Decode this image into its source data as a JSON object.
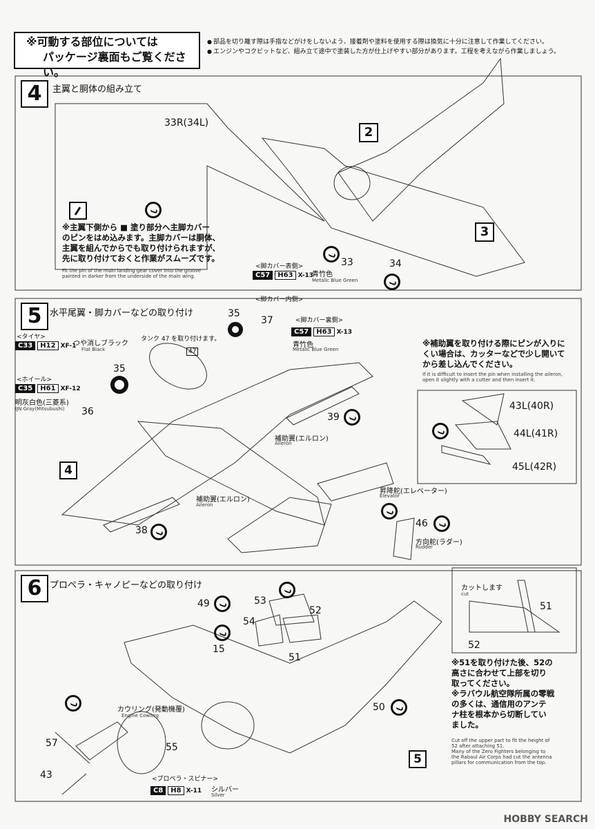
{
  "note": {
    "line1": "※可動する部位については",
    "line2": "パッケージ裏面もご覧ください。"
  },
  "bullets": [
    "部品を切り離す際は手指などがけをしないよう、接着剤や塗料を使用する際は換気に十分に注意して作業してください。",
    "エンジンやコクピットなど、組み立て途中で塗装した方が仕上げやすい部分があります。工程を考えながら作業しましょう。"
  ],
  "step4": {
    "num": "4",
    "title": "主翼と胴体の組み立て",
    "callout": "33R(34L)",
    "instruction": [
      "※主翼下側から ■ 塗り部分へ主脚カバー",
      "のピンをはめ込みます。主脚カバーは胴体、",
      "主翼を組んでからでも取り付けられますが、",
      "先に取り付けておくと作業がスムーズです。"
    ],
    "instruction_en": [
      "Fit the pin of the main landing gear cover into the groove",
      "painted in darker from the underside of the main wing."
    ],
    "sub2": "2",
    "sub3": "3",
    "p33": "33",
    "p34": "34",
    "paint_label": "<脚カバー表側>",
    "paint": {
      "c": "C57",
      "h": "H63",
      "x": "X-13",
      "jp": "青竹色",
      "en": "Metalic Blue Green"
    },
    "inner_label": "<脚カバー内側>"
  },
  "step5": {
    "num": "5",
    "title": "水平尾翼・脚カバーなどの取り付け",
    "tire_label": "<タイヤ>",
    "tire": {
      "c": "C33",
      "h": "H12",
      "x": "XF-1",
      "jp": "つや消しブラック",
      "en": "Flat Black"
    },
    "wheel_label": "<ホイール>",
    "wheel": {
      "c": "C35",
      "h": "H61",
      "x": "XF-12",
      "jp": "明灰白色(三菱系)",
      "en": "IJN Gray(Mitsubushi)"
    },
    "tank_note": "タンク 47 を取り付けます。",
    "p47": "47",
    "p35a": "35",
    "p37": "37",
    "p35b": "35",
    "p36": "36",
    "p39": "39",
    "p38": "38",
    "p46": "46",
    "sub4": "4",
    "outer_label": "<脚カバー裏側>",
    "outer": {
      "c": "C57",
      "h": "H63",
      "x": "X-13",
      "jp": "青竹色",
      "en": "Metalic Blue Green"
    },
    "aileron_jp": "補助翼(エルロン)",
    "aileron_en": "Aileron",
    "aileron2_jp": "補助翼(エルロン)",
    "aileron2_en": "Aileron",
    "elevator_jp": "昇降舵(エレベーター)",
    "elevator_en": "Elevator",
    "rudder_jp": "方向舵(ラダー)",
    "rudder_en": "Rudder",
    "tip_jp": [
      "※補助翼を取り付ける際にピンが入りに",
      "くい場合は、カッターなどで少し開いて",
      "から差し込んでください。"
    ],
    "tip_en": [
      "If it is difficult to insert the pin when installing the aileron,",
      "open it slightly with a cutter and then insert it."
    ],
    "p43": "43L(40R)",
    "p44": "44L(41R)",
    "p45": "45L(42R)"
  },
  "step6": {
    "num": "6",
    "title": "プロペラ・キャノピーなどの取り付け",
    "p49": "49",
    "p53": "53",
    "p52": "52",
    "p54": "54",
    "p15": "15",
    "p51": "51",
    "p50": "50",
    "p57": "57",
    "p55": "55",
    "p43": "43",
    "sub5": "5",
    "cowl_jp": "カウリング(発動機覆)",
    "cowl_en": "Engine Cowling",
    "prop_label": "<プロペラ・スピナー>",
    "prop": {
      "c": "C8",
      "h": "H8",
      "x": "X-11",
      "jp": "シルバー",
      "en": "Silver"
    },
    "cut_jp": "カットします",
    "cut_en": "cut",
    "cut51": "51",
    "cut52": "52",
    "note_jp": [
      "※51を取り付けた後、52の",
      "高さに合わせて上部を切り",
      "取ってください。",
      "※ラバウル航空隊所属の零戦",
      "の多くは、通信用のアンテ",
      "ナ柱を根本から切断してい",
      "ました。"
    ],
    "note_en": [
      "Cut off the upper part to fit the height of",
      "52 after attaching 51.",
      "Many of the Zero Fighters belonging to",
      "the Rabaul Air Corps had cut the antenna",
      "pillars for communication from the top."
    ]
  },
  "watermark": "HOBBY SEARCH"
}
